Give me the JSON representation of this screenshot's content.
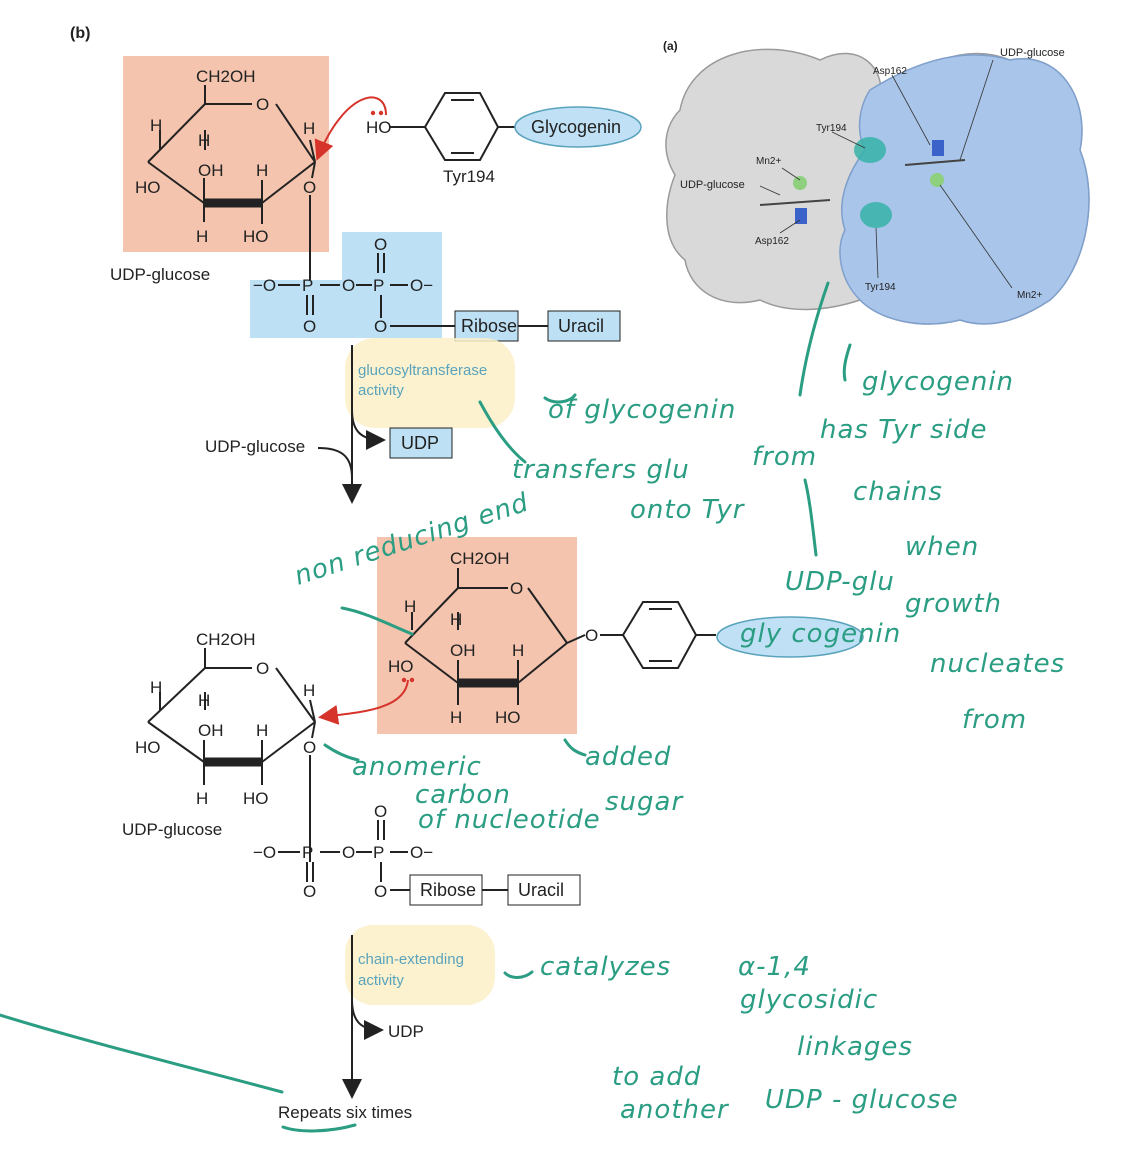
{
  "labels": {
    "panel_b": "(b)",
    "panel_a": "(a)",
    "ch2oh": "CH2OH",
    "ring_o": "O",
    "h": "H",
    "oh": "OH",
    "ho": "HO",
    "udp_glucose": "UDP-glucose",
    "glycogenin": "Glycogenin",
    "tyr194": "Tyr194",
    "phosphate_o_minus": "−O",
    "phosphorus": "P",
    "o": "O",
    "o_minus": "O−",
    "ribose": "Ribose",
    "uracil": "Uracil",
    "glucosyl_1": "glucosyltransferase",
    "glucosyl_2": "activity",
    "udp": "UDP",
    "chain_1": "chain-extending",
    "chain_2": "activity",
    "repeats": "Repeats six times"
  },
  "protein": {
    "asp162_top": "Asp162",
    "udp_glucose_top": "UDP-glucose",
    "tyr194_a": "Tyr194",
    "mn2": "Mn2+",
    "udp_glucose_left": "UDP-glucose",
    "asp162_left": "Asp162",
    "tyr194_b": "Tyr194",
    "mn2_right": "Mn2+"
  },
  "notes": {
    "n1": "glycogenin",
    "n2": "has Tyr side",
    "n3": "chains",
    "n4": "when",
    "n5": "growth",
    "n6": "nucleates",
    "n7": "from",
    "n8": "of glycogenin",
    "n9": "transfers glu",
    "n10": "onto Tyr",
    "n11": "from",
    "n12": "UDP-glu",
    "n13": "non reducing end",
    "n14": "gly cogenin",
    "n15": "anomeric",
    "n16": "carbon",
    "n17": "of nucleotide",
    "n18": "added",
    "n19": "sugar",
    "n20": "catalyzes",
    "n21": "α-1,4",
    "n22": "glycosidic",
    "n23": "linkages",
    "n24": "to add",
    "n25": "another",
    "n26": "UDP - glucose"
  },
  "colors": {
    "salmon": "#f4c4ae",
    "blue_box": "#bde0f4",
    "blue_ellipse": "#bfe0f5",
    "highlight": "#fbf0c8",
    "ink": "#2a9d82",
    "arrow_red": "#d6332a"
  }
}
